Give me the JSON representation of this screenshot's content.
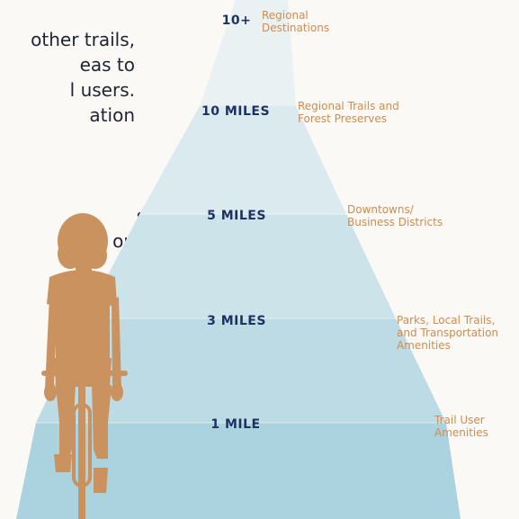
{
  "intro_text": {
    "lines_top": [
      "other trails,",
      "eas to",
      "l users.",
      "ation"
    ],
    "lines_bottom": [
      "s",
      "on"
    ]
  },
  "tiers": [
    {
      "distance": "10+",
      "destination": "Regional\nDestinations"
    },
    {
      "distance": "10 MILES",
      "destination": "Regional Trails and\nForest Preserves"
    },
    {
      "distance": "5 MILES",
      "destination": "Downtowns/\nBusiness Districts"
    },
    {
      "distance": "3 MILES",
      "destination": "Parks, Local Trails,\nand Transportation\nAmenities"
    },
    {
      "distance": "1 MILE",
      "destination": "Trail User\nAmenities"
    }
  ],
  "colors": {
    "background": "#fbf9f6",
    "tier_fills": [
      "#e9f1f3",
      "#dbeaef",
      "#cde3ea",
      "#bddbe4",
      "#abd3df"
    ],
    "distance_text": "#1d3163",
    "destination_text": "#cf8c4e",
    "cyclist": "#c9925e",
    "body_text": "#1f2432"
  },
  "figure": {
    "icon": "cyclist-silhouette-icon"
  }
}
